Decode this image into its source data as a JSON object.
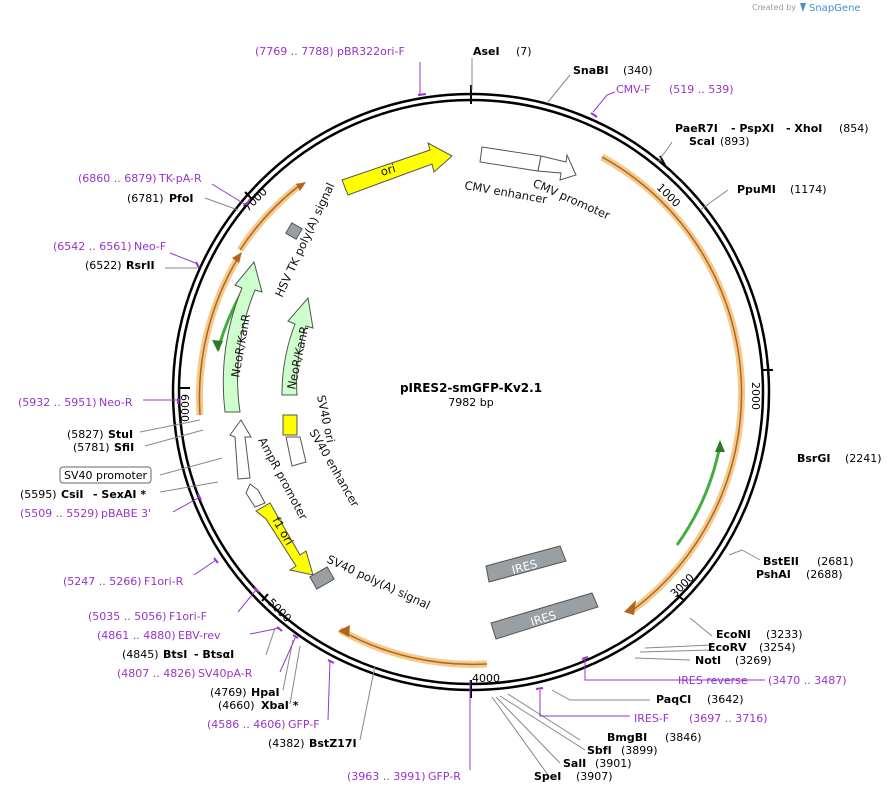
{
  "credit": {
    "text": "Created by",
    "brand": "SnapGene"
  },
  "plasmid": {
    "name": "pIRES2-smGFP-Kv2.1",
    "length": "7982 bp"
  },
  "ticks": [
    "1000",
    "2000",
    "3000",
    "4000",
    "5000",
    "6000",
    "7000"
  ],
  "colors": {
    "primer": "#9933cc",
    "ori": "#ffff00",
    "resistance": "#ccffcc",
    "ires": "#999fa3",
    "orf": "#f0b25a"
  },
  "features": {
    "ori": "ori",
    "cmv_enhancer": "CMV enhancer",
    "cmv_promoter": "CMV promoter",
    "hsv": "HSV TK poly(A) signal",
    "neor_outer": "NeoR/KanR",
    "neor_inner": "NeoR/KanR",
    "sv40_ori": "SV40 ori",
    "sv40_enh": "SV40 enhancer",
    "ampr_prom": "AmpR promoter",
    "f1_ori": "f1 ori",
    "sv40_polya": "SV40 poly(A) signal",
    "ires1": "IRES",
    "ires2": "IRES"
  },
  "right_labels": [
    {
      "name": "AseI",
      "pos": "(7)"
    },
    {
      "name": "SnaBI",
      "pos": "(340)"
    },
    {
      "primer": "CMV-F",
      "pos": "(519 .. 539)"
    },
    {
      "name": "PaeR7I",
      "n2": "PspXI",
      "n3": "XhoI",
      "pos": "(854)"
    },
    {
      "name": "ScaI",
      "pos": "(893)"
    },
    {
      "name": "PpuMI",
      "pos": "(1174)"
    },
    {
      "name": "BsrGI",
      "pos": "(2241)"
    },
    {
      "name": "BstEII",
      "pos": "(2681)"
    },
    {
      "name": "PshAI",
      "pos": "(2688)"
    },
    {
      "name": "EcoNI",
      "pos": "(3233)"
    },
    {
      "name": "EcoRV",
      "pos": "(3254)"
    },
    {
      "name": "NotI",
      "pos": "(3269)"
    },
    {
      "primer": "IRES reverse",
      "pos": "(3470 .. 3487)"
    },
    {
      "name": "PaqCI",
      "pos": "(3642)"
    },
    {
      "primer": "IRES-F",
      "pos": "(3697 .. 3716)"
    },
    {
      "name": "BmgBI",
      "pos": "(3846)"
    },
    {
      "name": "SbfI",
      "pos": "(3899)"
    },
    {
      "name": "SalI",
      "pos": "(3901)"
    },
    {
      "name": "SpeI",
      "pos": "(3907)"
    }
  ],
  "left_labels": [
    {
      "primer": "pBR322ori-F",
      "pos": "(7769 .. 7788)"
    },
    {
      "primer": "TK-pA-R",
      "pos": "(6860 .. 6879)"
    },
    {
      "name": "PfoI",
      "pos": "(6781)"
    },
    {
      "primer": "Neo-F",
      "pos": "(6542 .. 6561)"
    },
    {
      "name": "RsrII",
      "pos": "(6522)"
    },
    {
      "primer": "Neo-R",
      "pos": "(5932 .. 5951)"
    },
    {
      "name": "StuI",
      "pos": "(5827)"
    },
    {
      "name": "SfiI",
      "pos": "(5781)"
    },
    {
      "box": "SV40 promoter"
    },
    {
      "name": "CsiI",
      "n2": "SexAI *",
      "pos": "(5595)"
    },
    {
      "primer": "pBABE 3'",
      "pos": "(5509 .. 5529)"
    },
    {
      "primer": "F1ori-R",
      "pos": "(5247 .. 5266)"
    },
    {
      "primer": "F1ori-F",
      "pos": "(5035 .. 5056)"
    },
    {
      "primer": "EBV-rev",
      "pos": "(4861 .. 4880)"
    },
    {
      "name": "BtsI",
      "n2": "BtsαI",
      "pos": "(4845)"
    },
    {
      "primer": "SV40pA-R",
      "pos": "(4807 .. 4826)"
    },
    {
      "name": "HpaI",
      "pos": "(4769)"
    },
    {
      "name": "XbaI *",
      "pos": "(4660)"
    },
    {
      "primer": "GFP-F",
      "pos": "(4586 .. 4606)"
    },
    {
      "name": "BstZ17I",
      "pos": "(4382)"
    },
    {
      "primer": "GFP-R",
      "pos": "(3963 .. 3991)"
    }
  ]
}
